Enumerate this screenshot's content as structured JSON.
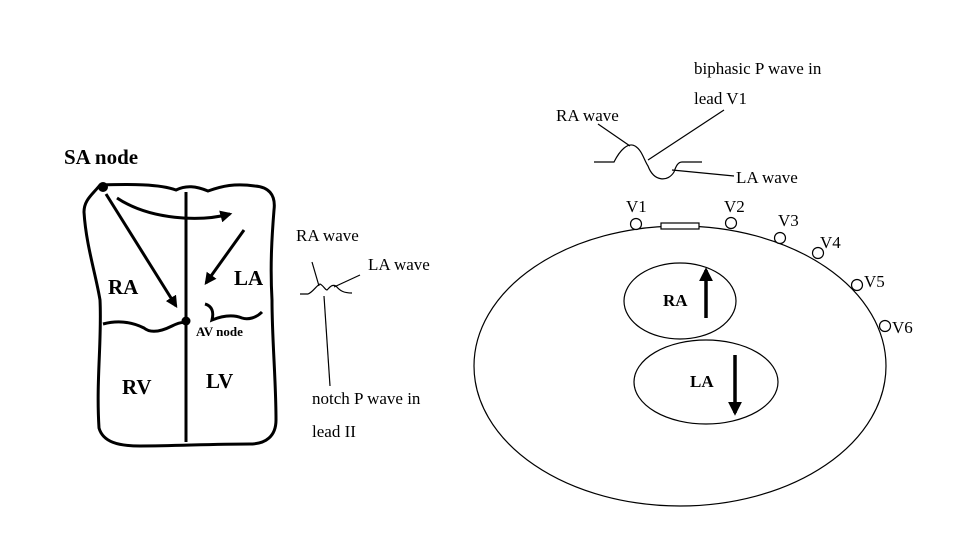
{
  "heart": {
    "sa_node": "SA node",
    "ra": "RA",
    "la": "LA",
    "rv": "RV",
    "lv": "LV",
    "av_node": "AV node"
  },
  "lead2": {
    "ra_wave": "RA wave",
    "la_wave": "LA wave",
    "caption_line1": "notch P wave in",
    "caption_line2": "lead II"
  },
  "leadv1": {
    "caption_line1": "biphasic P wave in",
    "caption_line2": "lead V1",
    "ra_wave": "RA wave",
    "la_wave": "LA wave"
  },
  "chest": {
    "ra": "RA",
    "la": "LA",
    "leads": [
      "V1",
      "V2",
      "V3",
      "V4",
      "V5",
      "V6"
    ]
  }
}
